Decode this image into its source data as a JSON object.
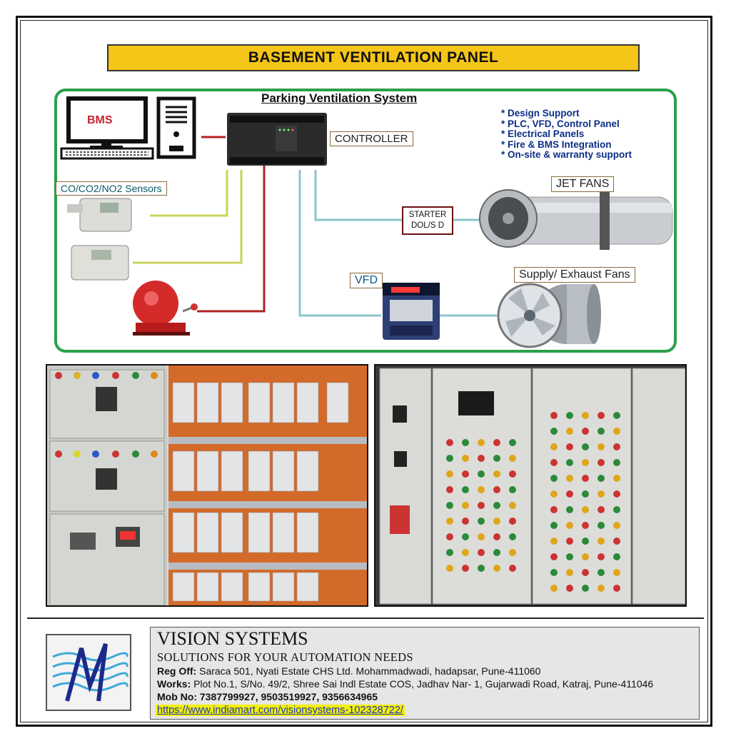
{
  "title": "BASEMENT VENTILATION PANEL",
  "diagram": {
    "title": "Parking Ventilation System",
    "bms_label": "BMS",
    "controller_label": "CONTROLLER",
    "sensors_label": "CO/CO2/NO2 Sensors",
    "bullets": [
      "* Design Support",
      "* PLC, VFD, Control Panel",
      "* Electrical Panels",
      "* Fire & BMS Integration",
      "* On-site & warranty support"
    ],
    "jet_fans_label": "JET FANS",
    "starter_label_1": "STARTER",
    "starter_label_2": "DOL/S D",
    "vfd_label": "VFD",
    "supply_fans_label": "Supply/ Exhaust Fans",
    "colors": {
      "border": "#2aa14a",
      "wire_red": "#b22222",
      "wire_yellow": "#c9d45a",
      "wire_cyan": "#8cc4cc"
    }
  },
  "footer": {
    "company": "VISION SYSTEMS",
    "tagline": "SOLUTIONS FOR YOUR AUTOMATION NEEDS",
    "reg_label": "Reg Off:",
    "reg_text": " Saraca 501, Nyati Estate CHS Ltd. Mohammadwadi, hadapsar, Pune-411060",
    "works_label": "Works:",
    "works_text": " Plot No.1, S/No. 49/2, Shree Sai Indl Estate COS, Jadhav Nar- 1, Gujarwadi Road, Katraj, Pune-411046",
    "mob_label": "Mob No: 7387799927, 9503519927, 9356634965",
    "url": "https://www.indiamart.com/visionsystems-102328722/"
  }
}
